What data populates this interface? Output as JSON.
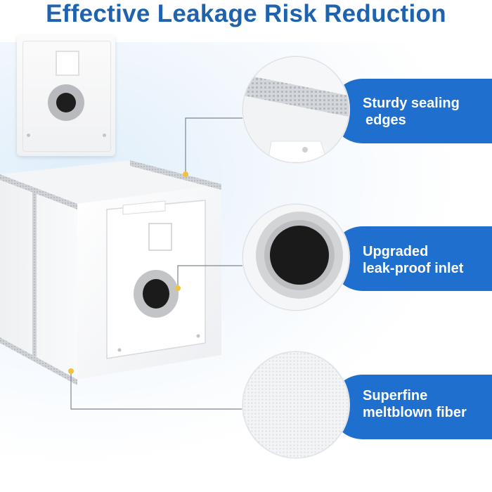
{
  "title": "Effective Leakage Risk Reduction",
  "features": [
    {
      "line1": "Sturdy sealing",
      "line2": "edges"
    },
    {
      "line1": "Upgraded",
      "line2": "leak-proof inlet"
    },
    {
      "line1": "Superfine",
      "line2": "meltblown fiber"
    }
  ],
  "colors": {
    "title": "#1f63ae",
    "pill": "#1f6fce",
    "marker": "#f0c33c",
    "line": "#7b8794"
  }
}
